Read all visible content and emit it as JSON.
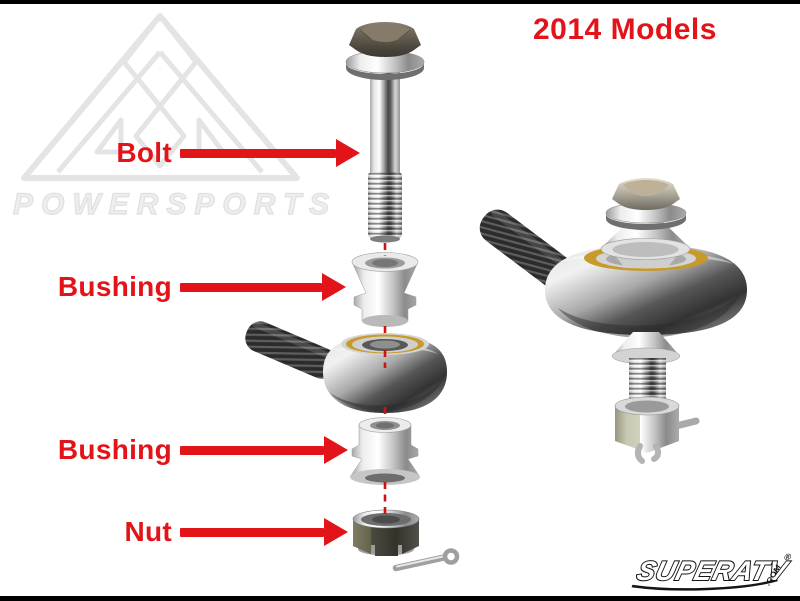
{
  "title": {
    "text": "2014 Models"
  },
  "callouts": [
    {
      "label": "Bolt"
    },
    {
      "label": "Bushing"
    },
    {
      "label": "Bushing"
    },
    {
      "label": "Nut"
    }
  ],
  "watermark": {
    "wordmark": "POWERSPORTS",
    "logo": "asa-triangle-logo"
  },
  "brand_logo": {
    "text": "SUPERATV",
    "tld": ".COM",
    "reg": "®"
  },
  "palette": {
    "accent_red": "#e3131a",
    "dash_red": "#cf1212",
    "watermark_gray": "#e6e6e6",
    "brass": "#c79b2b",
    "steel_dark": "#2d2d2d",
    "frame_black": "#000000"
  }
}
